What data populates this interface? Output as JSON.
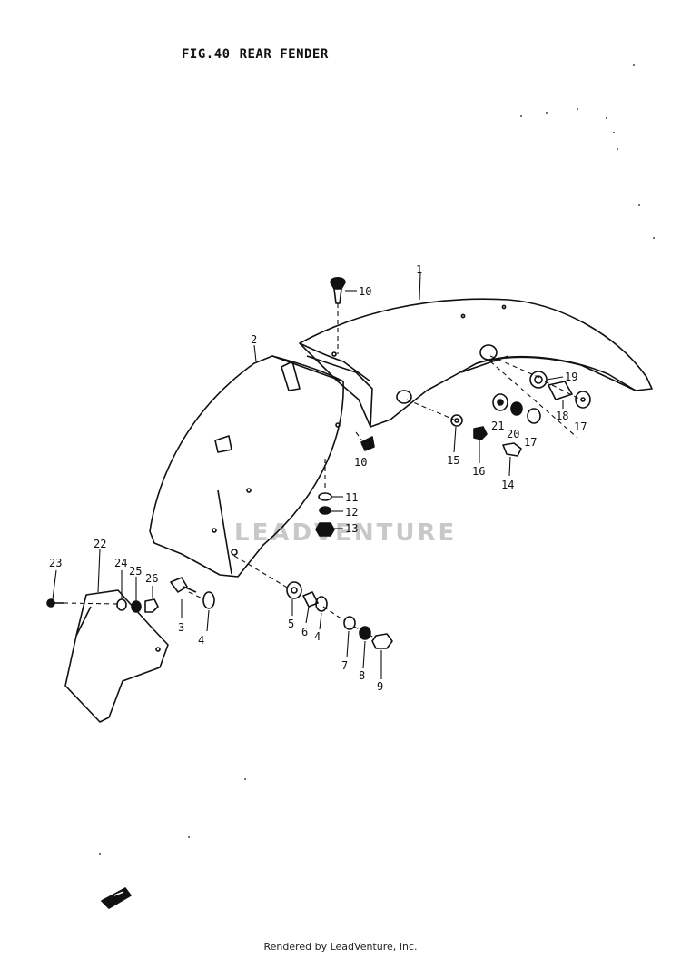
{
  "header": {
    "fig_number": "FIG.40",
    "fig_title": "REAR FENDER"
  },
  "watermark": "LEADVENTURE",
  "footer": "Rendered by LeadVenture, Inc.",
  "callouts": [
    "1",
    "2",
    "3",
    "4",
    "4",
    "5",
    "6",
    "7",
    "8",
    "9",
    "10",
    "10",
    "11",
    "12",
    "13",
    "14",
    "15",
    "16",
    "17",
    "17",
    "18",
    "19",
    "20",
    "21",
    "22",
    "23",
    "24",
    "25",
    "26"
  ],
  "icons": {
    "corner_mark": "arrow-icon"
  }
}
